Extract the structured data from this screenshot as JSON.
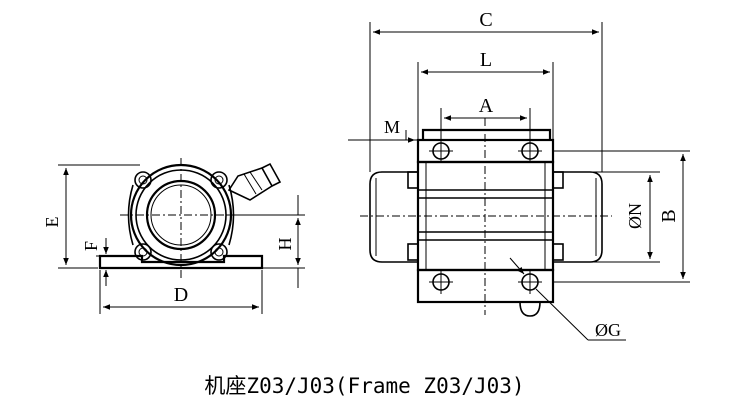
{
  "diagram": {
    "caption": "机座Z03/J03(Frame Z03/J03)",
    "dims": {
      "C": "C",
      "L": "L",
      "A": "A",
      "M": "M",
      "N": "ØN",
      "B": "B",
      "G": "ØG",
      "E": "E",
      "F": "F",
      "H": "H",
      "D": "D"
    }
  }
}
